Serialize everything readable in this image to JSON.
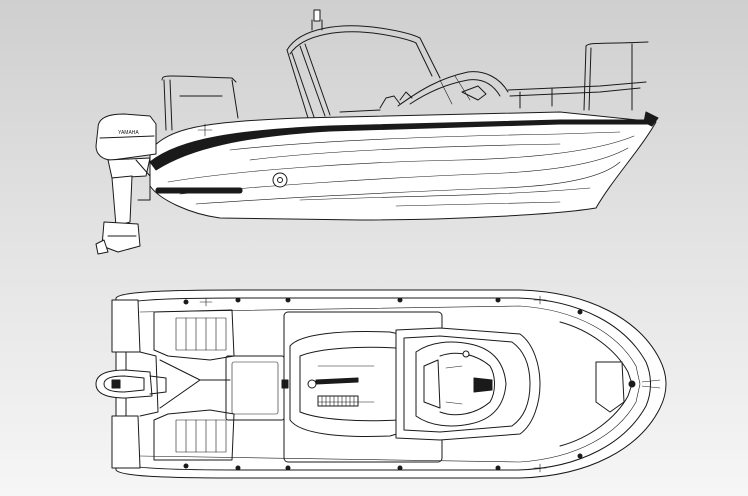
{
  "figure": {
    "views": [
      "side-profile",
      "top-plan"
    ],
    "colors": {
      "background_top": "#cfcfcf",
      "background_bottom": "#f6f6f6",
      "line": "#1a1a1a",
      "hull_fill": "#ffffff",
      "stripe": "#1a1a1a"
    }
  },
  "engine": {
    "brand_mark": "YAMAHA"
  }
}
